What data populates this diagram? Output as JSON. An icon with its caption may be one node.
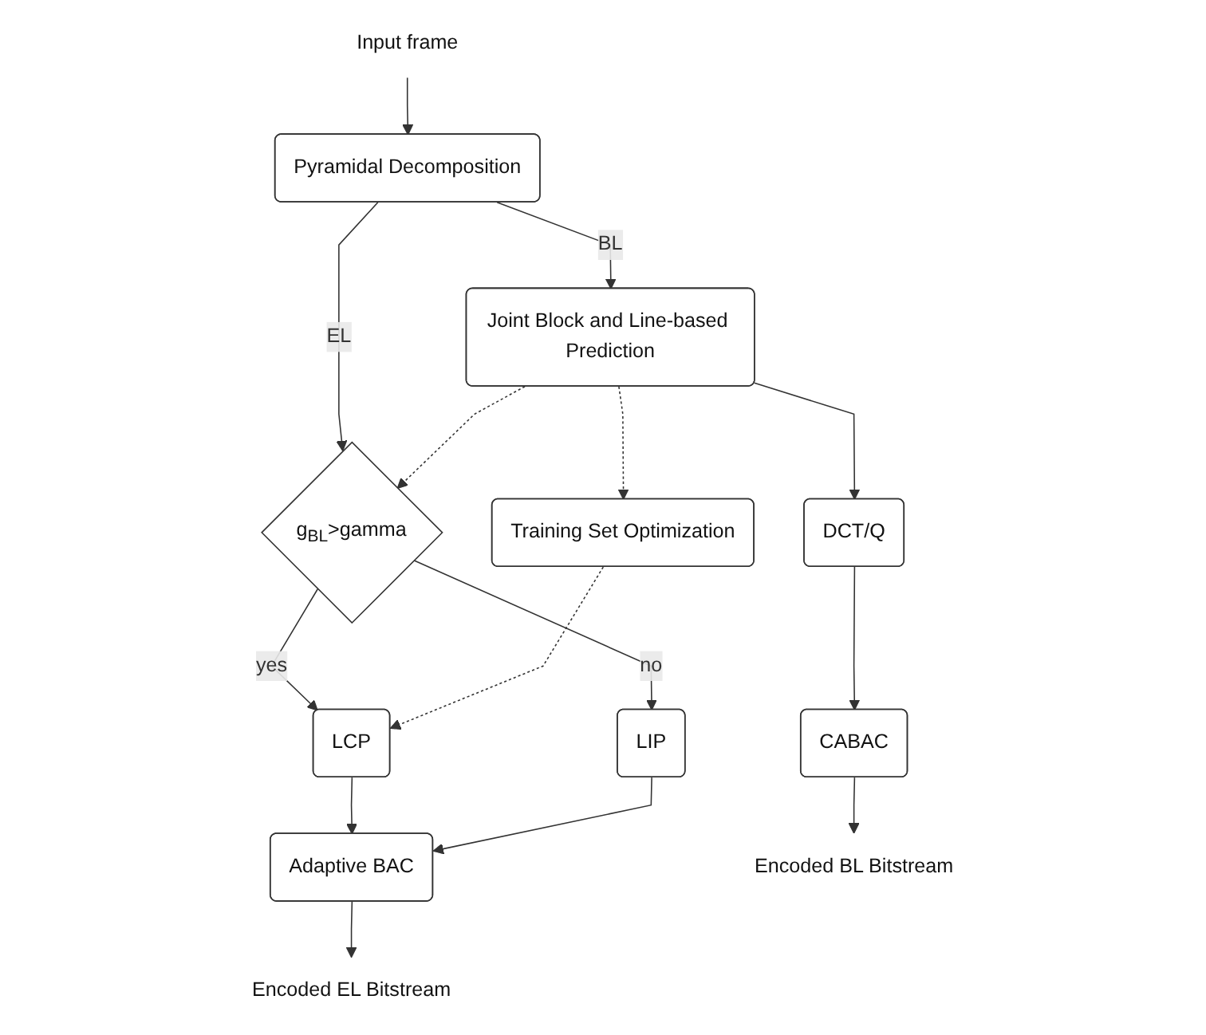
{
  "diagram": {
    "nodes": [
      {
        "text": [
          "Input frame"
        ]
      },
      {
        "text": [
          "Pyramidal Decomposition"
        ]
      },
      {
        "text": [
          "g$_{BL}$>gamma"
        ]
      },
      {
        "text": [
          "Joint Block and Line-based Prediction"
        ]
      },
      {
        "text": [
          "Training Set Optimization"
        ]
      },
      {
        "text": [
          "LCP"
        ]
      },
      {
        "text": [
          "LIP"
        ]
      },
      {
        "text": [
          "DCT/Q"
        ]
      },
      {
        "text": [
          "CABAC"
        ]
      },
      {
        "text": [
          "Adaptive BAC"
        ]
      },
      {
        "text": [
          "Encoded BL Bitstream"
        ]
      },
      {
        "text": [
          "Encoded EL Bitstream"
        ]
      }
    ],
    "edges": [
      {
        "from": 0,
        "to": 1,
        "arrow": "to"
      },
      {
        "from": 1,
        "to": 3,
        "arrow": "to",
        "label": "BL"
      },
      {
        "from": 1,
        "to": 2,
        "arrow": "to",
        "label": "EL"
      },
      {
        "from": 3,
        "to": 2,
        "arrow": "to",
        "style": "dashed"
      },
      {
        "from": 3,
        "to": 4,
        "arrow": "to",
        "style": "dashed"
      },
      {
        "from": 2,
        "to": 5,
        "arrow": "to",
        "label": "yes"
      },
      {
        "from": 2,
        "to": 6,
        "arrow": "to",
        "label": "no"
      },
      {
        "from": 4,
        "to": 5,
        "arrow": "to",
        "style": "dashed"
      },
      {
        "from": 3,
        "to": 7,
        "arrow": "to"
      },
      {
        "from": 7,
        "to": 8,
        "arrow": "to"
      },
      {
        "from": 5,
        "to": 9,
        "arrow": "to"
      },
      {
        "from": 6,
        "to": 9,
        "arrow": "to"
      },
      {
        "from": 8,
        "to": 10,
        "arrow": "to"
      },
      {
        "from": 9,
        "to": 11,
        "arrow": "to"
      }
    ]
  }
}
